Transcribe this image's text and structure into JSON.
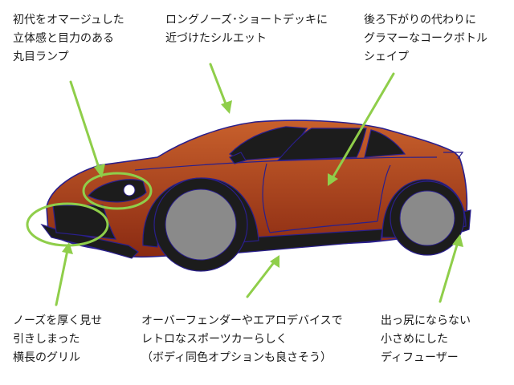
{
  "annotations": {
    "headlamp": "初代をオマージュした\n立体感と目力のある\n丸目ランプ",
    "silhouette": "ロングノーズ･ショートデッキに\n近づけたシルエット",
    "shape": "後ろ下がりの代わりに\nグラマーなコークボトル\nシェイプ",
    "grille": "ノーズを厚く見せ\n引きしまった\n横長のグリル",
    "fender": "オーバーフェンダーやエアロデバイスで\nレトロなスポーツカーらしく\n（ボディ同色オプションも良さそう）",
    "diffuser": "出っ尻にならない\n小さめにした\nディフューザー"
  },
  "colors": {
    "arrow": "#8fce4a",
    "body_top": "#c8602c",
    "body_bottom": "#8a2a12",
    "outline": "#2a1f8c",
    "tire": "#1c1c1c",
    "wheel": "#8a8a8a"
  }
}
